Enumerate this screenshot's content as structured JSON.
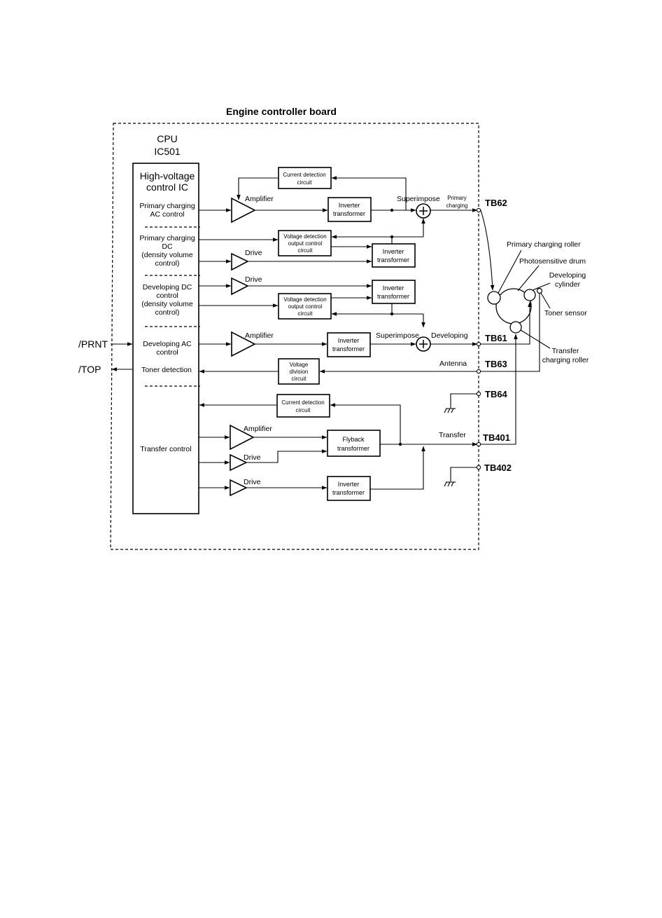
{
  "title": "Engine controller board",
  "cpu": {
    "line1": "CPU",
    "line2": "IC501"
  },
  "hv_ic": {
    "title_1": "High-voltage",
    "title_2": "control IC",
    "primary_ac": [
      "Primary charging",
      "AC control"
    ],
    "primary_dc": [
      "Primary charging",
      "DC",
      "(density volume",
      "control)"
    ],
    "developing_dc": [
      "Developing DC",
      "control",
      "(density volume",
      "control)"
    ],
    "developing_ac": [
      "Developing AC",
      "control"
    ],
    "toner_detection": "Toner detection",
    "transfer_control": "Transfer control"
  },
  "blocks": {
    "current_detection": [
      "Current detection",
      "circuit"
    ],
    "voltage_detection": [
      "Voltage detection",
      "output control",
      "circuit"
    ],
    "inverter_transformer": [
      "Inverter",
      "transformer"
    ],
    "voltage_division": [
      "Voltage",
      "division",
      "circuit"
    ],
    "flyback_transformer": [
      "Flyback",
      "transformer"
    ]
  },
  "labels": {
    "amplifier": "Amplifier",
    "drive": "Drive",
    "superimpose": "Superimpose",
    "primary_charging": [
      "Primary",
      "charging"
    ],
    "developing": "Developing",
    "antenna": "Antenna",
    "transfer": "Transfer"
  },
  "terminals": [
    "TB62",
    "TB61",
    "TB63",
    "TB64",
    "TB401",
    "TB402"
  ],
  "signals": {
    "prnt": "/PRNT",
    "top": "/TOP"
  },
  "components": {
    "primary_charging_roller": "Primary charging roller",
    "photosensitive_drum": "Photosensitive drum",
    "developing_cylinder": [
      "Developing",
      "cylinder"
    ],
    "toner_sensor": "Toner sensor",
    "transfer_charging_roller": [
      "Transfer",
      "charging roller"
    ]
  }
}
